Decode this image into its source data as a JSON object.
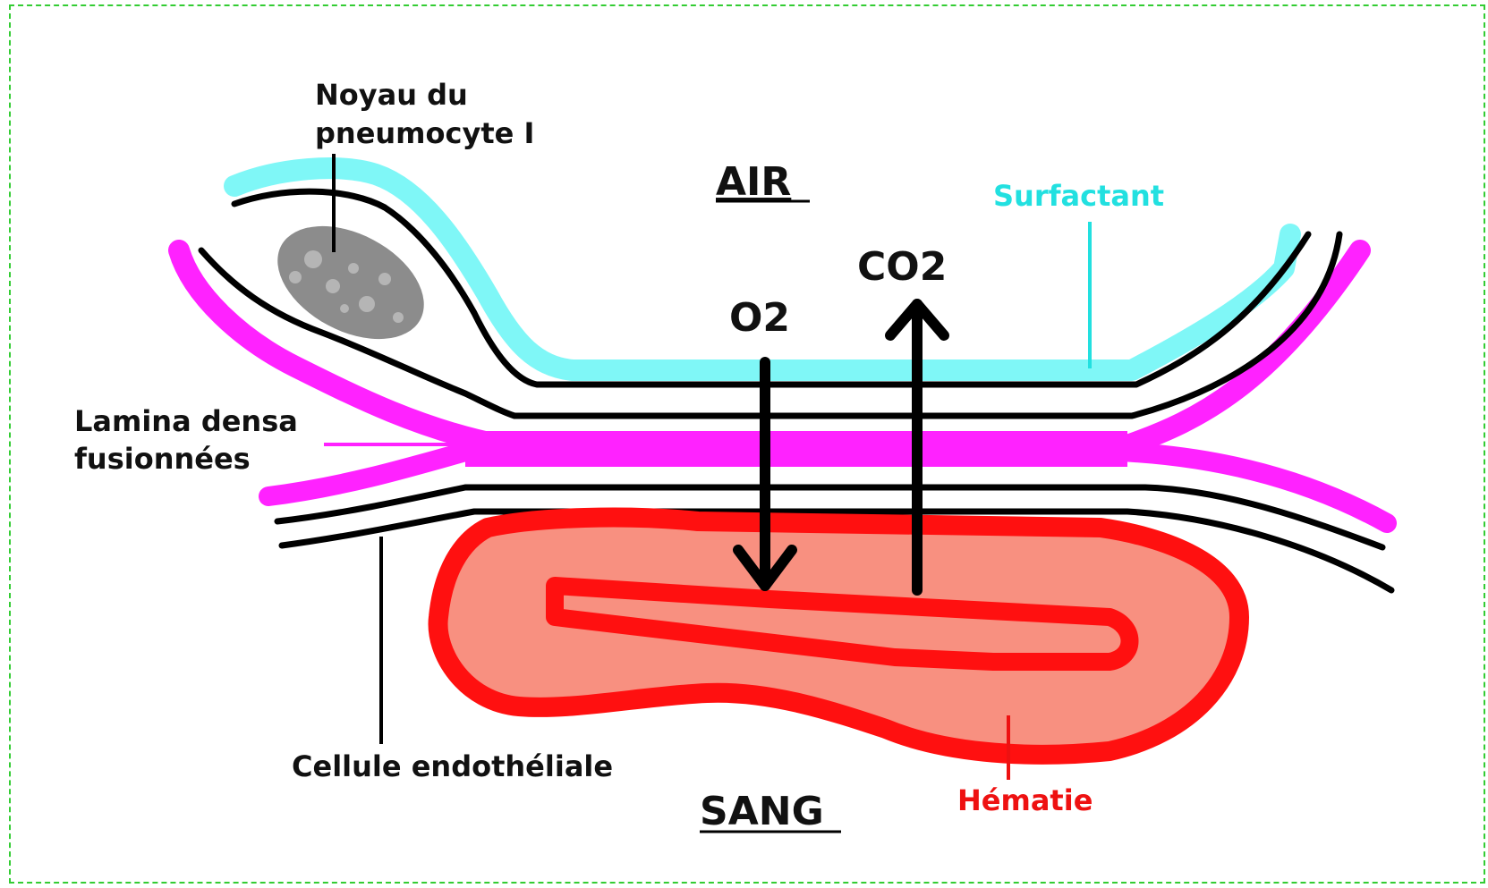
{
  "labels": {
    "noyau_line1": "Noyau du",
    "noyau_line2": "pneumocyte I",
    "air": "AIR",
    "surfactant": "Surfactant",
    "co2": "CO2",
    "o2": "O2",
    "lamina_line1": "Lamina densa",
    "lamina_line2": "fusionnées",
    "cellule": "Cellule endothéliale",
    "sang": "SANG",
    "hematie": "Hématie"
  },
  "colors": {
    "frame": "#33cc33",
    "surfactant": "#7ff7f7",
    "surfactant_text": "#22e0e0",
    "lamina": "#ff22ff",
    "membrane": "#000000",
    "nucleus": "#8c8c8c",
    "hematie_border": "#ff1010",
    "hematie_fill": "#f89080",
    "hematie_text": "#ee1111"
  }
}
